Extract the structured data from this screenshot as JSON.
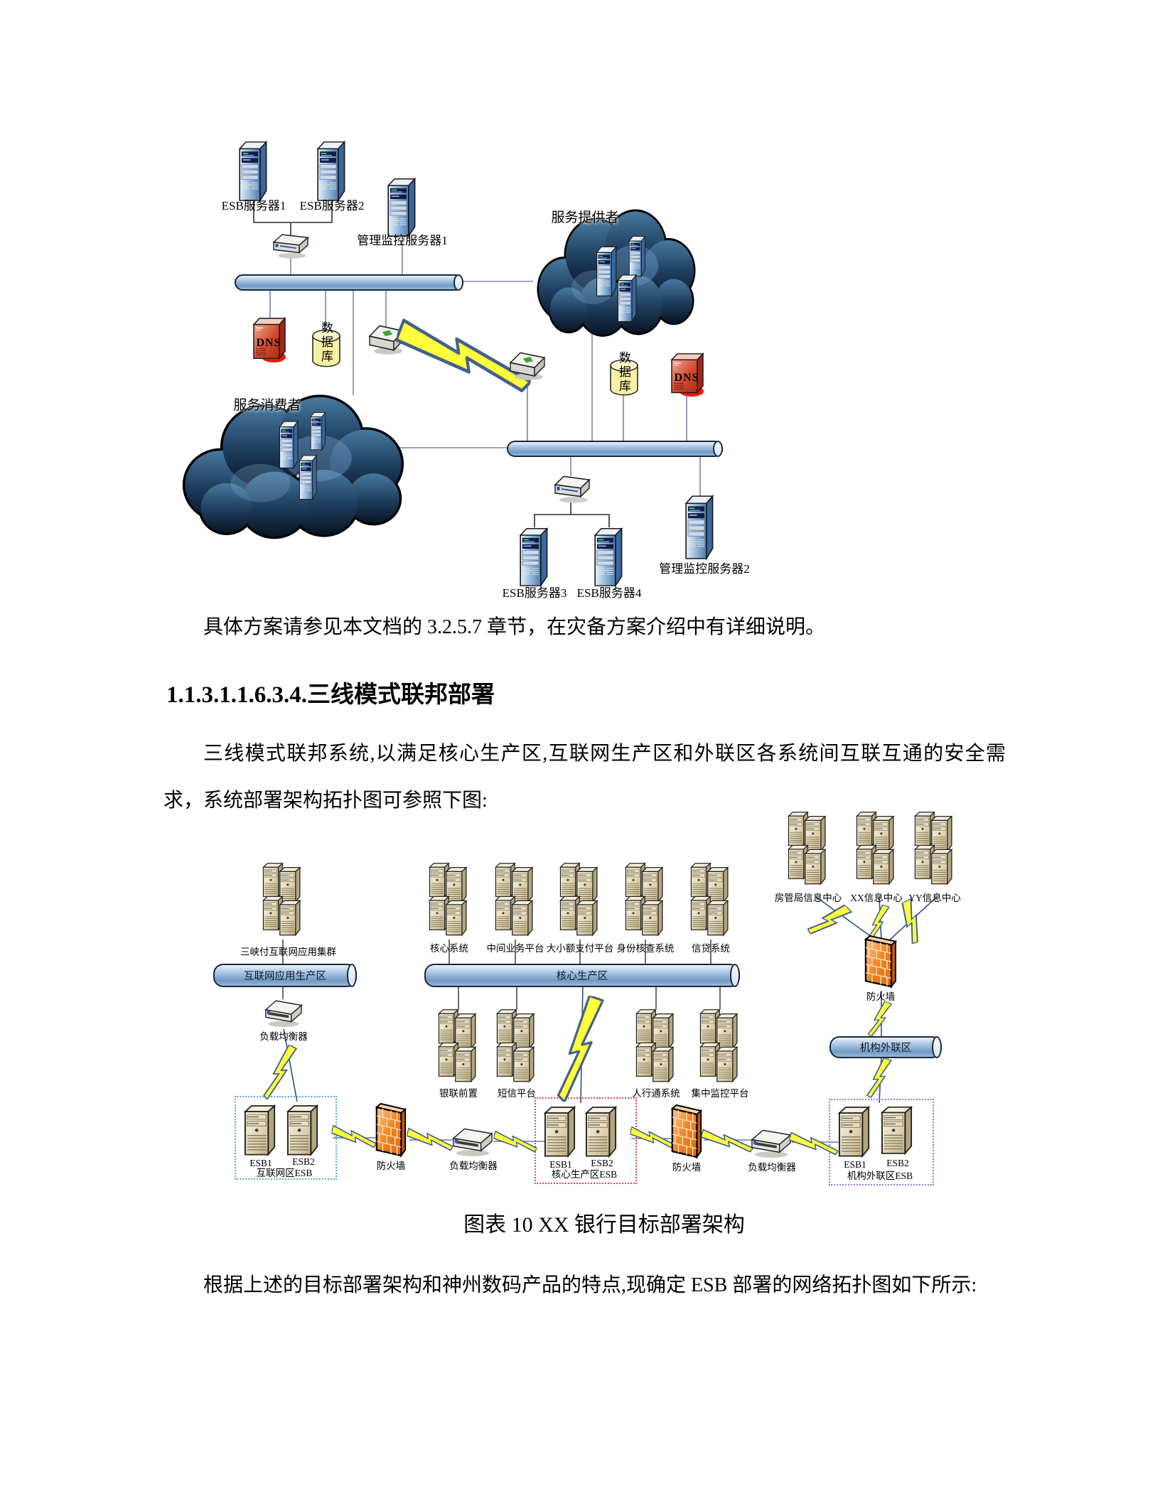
{
  "document": {
    "para_disaster": "具体方案请参见本文档的 3.2.5.7 章节，在灾备方案介绍中有详细说明。",
    "heading_number": "1.1.3.1.1.6.3.4.",
    "heading_title": "三线模式联邦部署",
    "para_threeline": "三线模式联邦系统,以满足核心生产区,互联网生产区和外联区各系统间互联互通的安全需求，系统部署架构拓扑图可参照下图:",
    "figure_caption": "图表 10 XX 银行目标部署架构",
    "para_following": "根据上述的目标部署架构和神州数码产品的特点,现确定 ESB 部署的网络拓扑图如下所示:"
  },
  "diagram1": {
    "labels": {
      "esb1": "ESB服务器1",
      "esb2": "ESB服务器2",
      "mgmt1": "管理监控服务器1",
      "esb3": "ESB服务器3",
      "esb4": "ESB服务器4",
      "mgmt2": "管理监控服务器2",
      "provider": "服务提供者",
      "consumer": "服务消费者",
      "dns": "DNS",
      "database": "数据库"
    }
  },
  "diagram2": {
    "buses": {
      "internet": "互联网应用生产区",
      "core": "核心生产区",
      "external": "机构外联区"
    },
    "clusters": {
      "sanxiafu": "三峡付互联网应用集群",
      "core_system": "核心系统",
      "middle_biz": "中间业务平台",
      "payment": "大小额支付平台",
      "identity": "身份核查系统",
      "credit": "信贷系统",
      "housing_center": "房管局信息中心",
      "xx_center": "XX信息中心",
      "yy_center": "YY信息中心",
      "unionpay": "银联前置",
      "sms": "短信平台",
      "pboc": "人行通系统",
      "monitor": "集中监控平台"
    },
    "devices": {
      "firewall": "防火墙",
      "load_balancer": "负载均衡器",
      "esb1": "ESB1",
      "esb2": "ESB2"
    },
    "esb_zones": {
      "internet": "互联网区ESB",
      "core": "核心生产区ESB",
      "external": "机构外联区ESB"
    }
  }
}
